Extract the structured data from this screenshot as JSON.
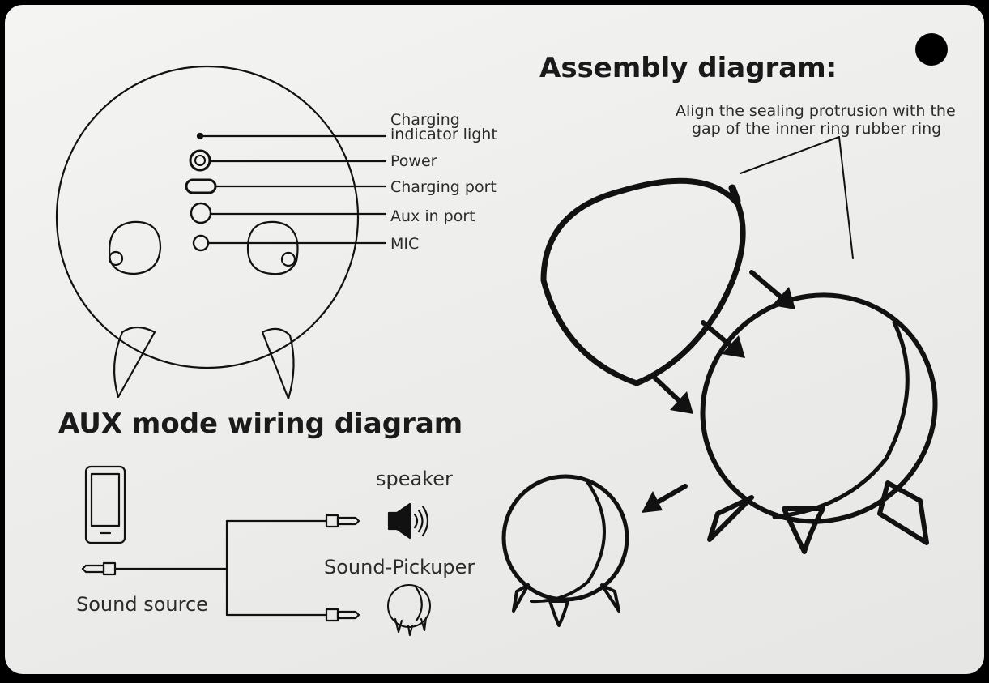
{
  "front_view": {
    "labels": {
      "charging_indicator": "Charging\nindicator light",
      "power": "Power",
      "charging_port": "Charging port",
      "aux_in_port": "Aux in port",
      "mic": "MIC"
    }
  },
  "assembly": {
    "title": "Assembly diagram:",
    "note_line1": "Align the sealing protrusion with the",
    "note_line2": "gap of the inner ring rubber ring"
  },
  "wiring": {
    "title": "AUX mode wiring diagram",
    "sound_source": "Sound source",
    "speaker": "speaker",
    "sound_pickuper": "Sound-Pickuper"
  },
  "colors": {
    "background": "#000000",
    "card": "#efefed",
    "ink": "#111111"
  }
}
